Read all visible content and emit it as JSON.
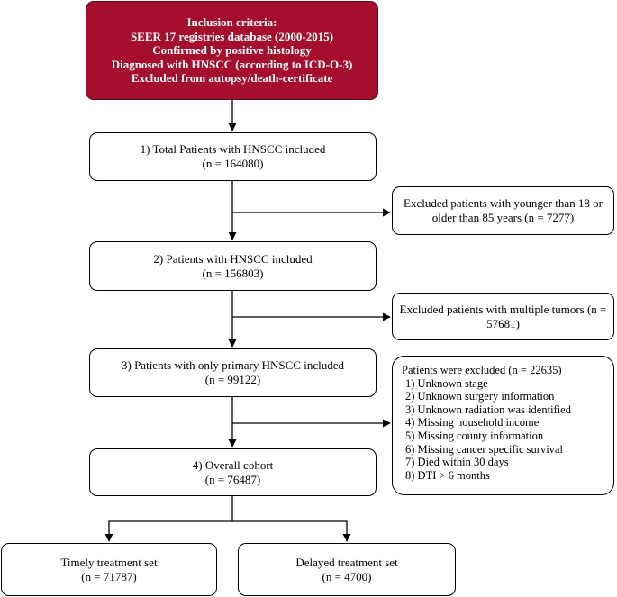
{
  "criteria": {
    "lines": [
      "Inclusion criteria:",
      "SEER 17 registries database (2000-2015)",
      "Confirmed by positive histology",
      "Diagnosed with HNSCC (according to ICD-O-3)",
      "Excluded from autopsy/death-certificate"
    ]
  },
  "steps": [
    {
      "label": "1) Total Patients with HNSCC included",
      "count": "(n = 164080)"
    },
    {
      "label": "2) Patients with HNSCC included",
      "count": "(n = 156803)"
    },
    {
      "label": "3) Patients with only primary HNSCC included",
      "count": "(n = 99122)"
    },
    {
      "label": "4) Overall cohort",
      "count": "(n = 76487)"
    }
  ],
  "exclusions": {
    "age": {
      "line1": "Excluded patients with younger than 18 or",
      "line2": "older than 85 years (n = 7277)"
    },
    "tumors": {
      "line1": "Excluded patients with multiple tumors (n =",
      "line2": "57681)"
    },
    "other": {
      "title": "Patients were excluded (n = 22635)",
      "items": [
        "1) Unknown stage",
        "2) Unknown surgery information",
        "3) Unknown radiation was identified",
        "4) Missing household income",
        "5) Missing county information",
        "6) Missing cancer specific survival",
        "7) Died within 30 days",
        "8) DTI > 6 months"
      ]
    }
  },
  "outcomes": {
    "timely": {
      "label": "Timely treatment set",
      "count": "(n = 71787)"
    },
    "delayed": {
      "label": "Delayed treatment set",
      "count": "(n = 4700)"
    }
  }
}
